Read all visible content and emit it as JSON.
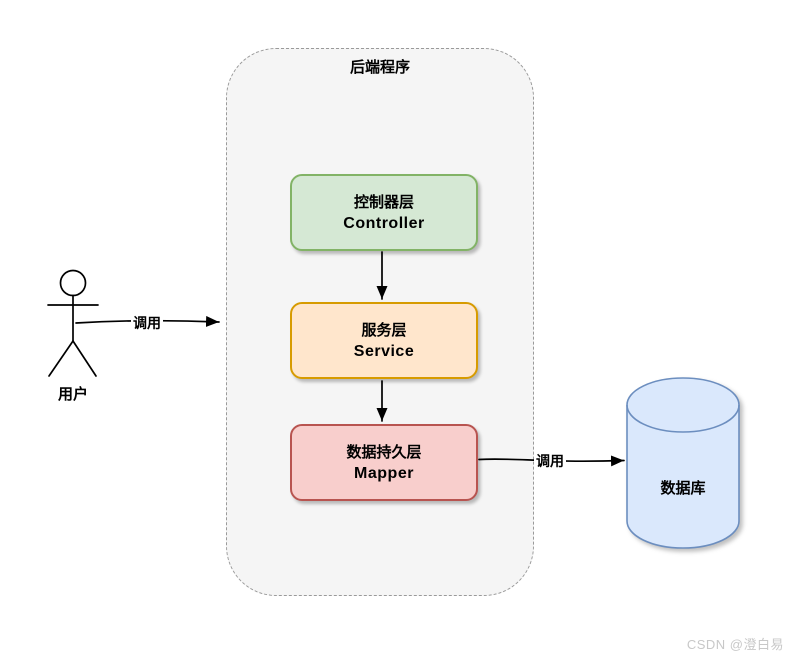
{
  "diagram": {
    "backend": {
      "title": "后端程序"
    },
    "nodes": {
      "controller": {
        "title_zh": "控制器层",
        "title_en": "Controller",
        "fill": "#d5e8d4",
        "stroke": "#82b366"
      },
      "service": {
        "title_zh": "服务层",
        "title_en": "Service",
        "fill": "#ffe6cc",
        "stroke": "#d79b00"
      },
      "mapper": {
        "title_zh": "数据持久层",
        "title_en": "Mapper",
        "fill": "#f8cecc",
        "stroke": "#b85450"
      },
      "database": {
        "label": "数据库",
        "fill": "#dae8fc",
        "stroke": "#6c8ebf"
      },
      "user": {
        "label": "用户"
      }
    },
    "edges": [
      {
        "from": "user",
        "to": "backend",
        "label": "调用"
      },
      {
        "from": "controller",
        "to": "service",
        "label": ""
      },
      {
        "from": "service",
        "to": "mapper",
        "label": ""
      },
      {
        "from": "mapper",
        "to": "database",
        "label": "调用"
      }
    ],
    "container_fill": "#f5f5f5",
    "container_stroke": "#9a9a9a",
    "watermark": "CSDN @澄白易"
  }
}
